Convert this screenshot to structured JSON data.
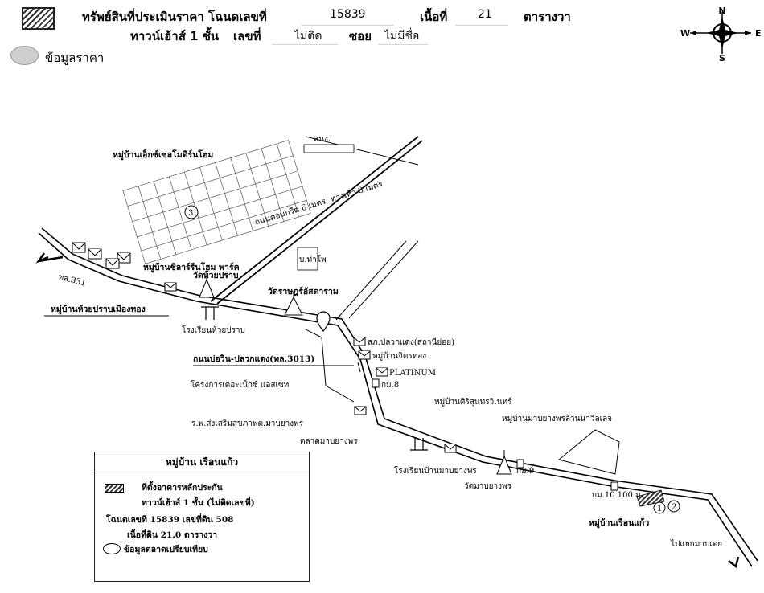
{
  "header": {
    "asset_label": "ทรัพย์สินที่ประเมินราคา โฉนดเลขที่",
    "deed_no": "15839",
    "area_label": "เนื้อที่",
    "area_value": "21",
    "area_unit": "ตารางวา",
    "type_label": "ทาวน์เฮ้าส์ 1 ชั้น",
    "no_label": "เลขที่",
    "no_value": "ไม่ติด",
    "soi_label": "ซอย",
    "soi_value": "ไม่มีชื่อ",
    "price_info_label": "ข้อมูลราคา"
  },
  "compass": {
    "n": "N",
    "s": "S",
    "e": "E",
    "w": "W"
  },
  "map_labels": {
    "estate_top": "หมู่บ้านเอ็กซ์เซลโมดิร์นโฮม",
    "top_small": "สนง.",
    "road_width": "ถนนคอนกรีต 6 เมตร/ ทางเท้า 8 เมตร",
    "marker_3": "3",
    "canal": "บ.ท่าโพ",
    "route_331": "ทล.331",
    "village_green": "หมู่บ้านชีลาร์รีนโฮม พาร์ค",
    "temple_huai": "วัดห้วยปราบ",
    "temple_charoen": "วัดราษฎร์อัสดาราม",
    "village_huai": "หมู่บ้านห้วยปราบเมืองทอง",
    "school_huai": "โรงเรียนห้วยปราบ",
    "police": "สภ.ปลวกแดง(สถานีย่อย)",
    "village_jitra": "หมู่บ้านจิตรทอง",
    "road_3013": "ถนนบ่อวิน-ปลวกแดง(ทล.3013)",
    "platinum": "PLATINUM",
    "km8": "กม.8",
    "project_the": "โครงการเดอะเน็กซ์ แอสเซท",
    "hospital": "ร.พ.ส่งเสริมสุขภาพต.มาบยางพร",
    "market": "ตลาดมาบยางพร",
    "village_sri": "หมู่บ้านศิริสุนทรวิเนทร์",
    "village_mabyang": "หมู่บ้านมาบยางพรล้านนาวิลเลจ",
    "school_mab": "โรงเรียนบ้านมาบยางพร",
    "km9": "กม.9",
    "temple_mab": "วัดมาบยางพร",
    "km_dist": "กม.10 100 ม.",
    "marker_1": "1",
    "marker_2": "2",
    "village_ruan": "หมู่บ้านเรือนแก้ว",
    "to_junction": "ไปแยกมาบเตย"
  },
  "legend": {
    "title": "หมู่บ้าน  เรือนแก้ว",
    "line1": "ที่ตั้งอาคารหลักประกัน",
    "line2": "ทาวน์เฮ้าส์ 1 ชั้น (ไม่ติดเลขที่)",
    "line3": "โฉนดเลขที่ 15839 เลขที่ดิน 508",
    "line4": "เนื้อที่ดิน 21.0 ตารางวา",
    "line5": "ข้อมูลตลาดเปรียบเทียบ"
  }
}
